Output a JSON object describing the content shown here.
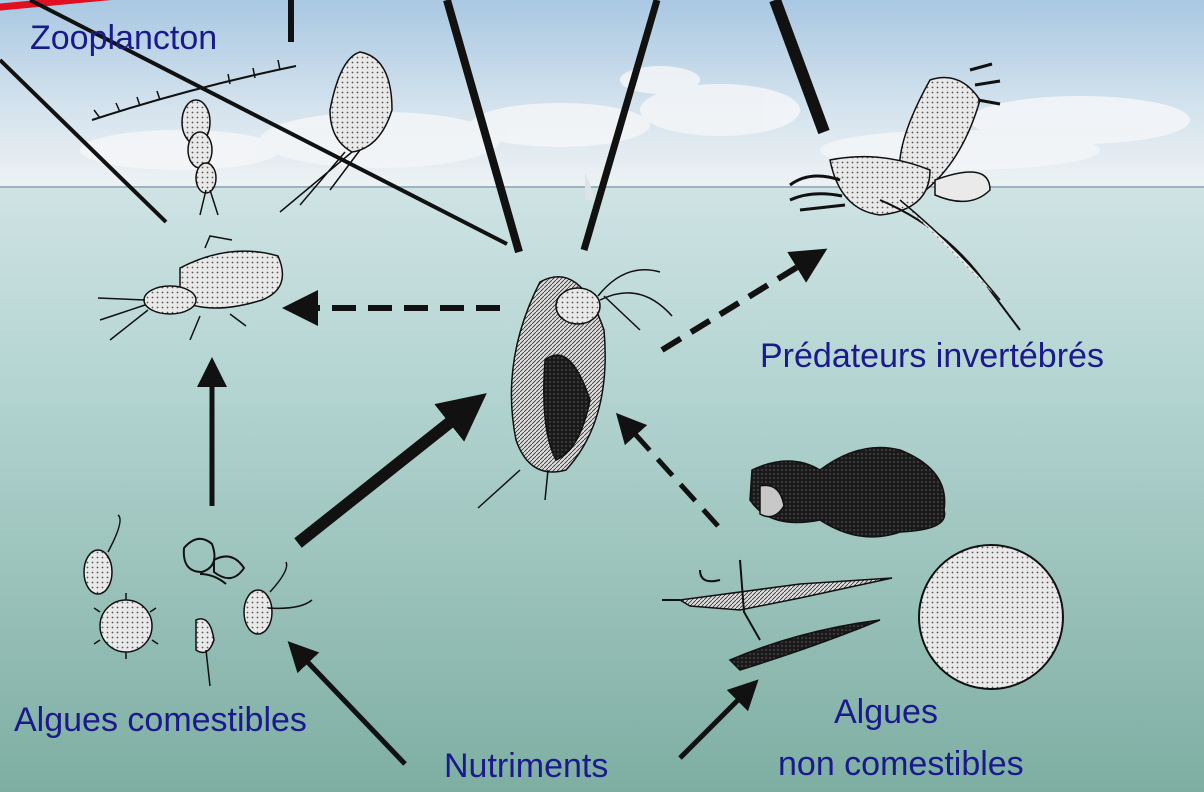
{
  "labels": {
    "zooplankton": "Zooplancton",
    "predators": "Prédateurs invertébrés",
    "edible_algae": "Algues comestibles",
    "nutrients": "Nutriments",
    "inedible_algae_line1": "Algues",
    "inedible_algae_line2": "non comestibles"
  },
  "colors": {
    "label_text": "#1a1a8c",
    "sky_top": "#9fc2e0",
    "sky_horizon": "#e9eef2",
    "water_top": "#bfdad8",
    "water_bottom": "#7fb0a4",
    "ink": "#111111",
    "highlight_ring": "#e01020"
  }
}
